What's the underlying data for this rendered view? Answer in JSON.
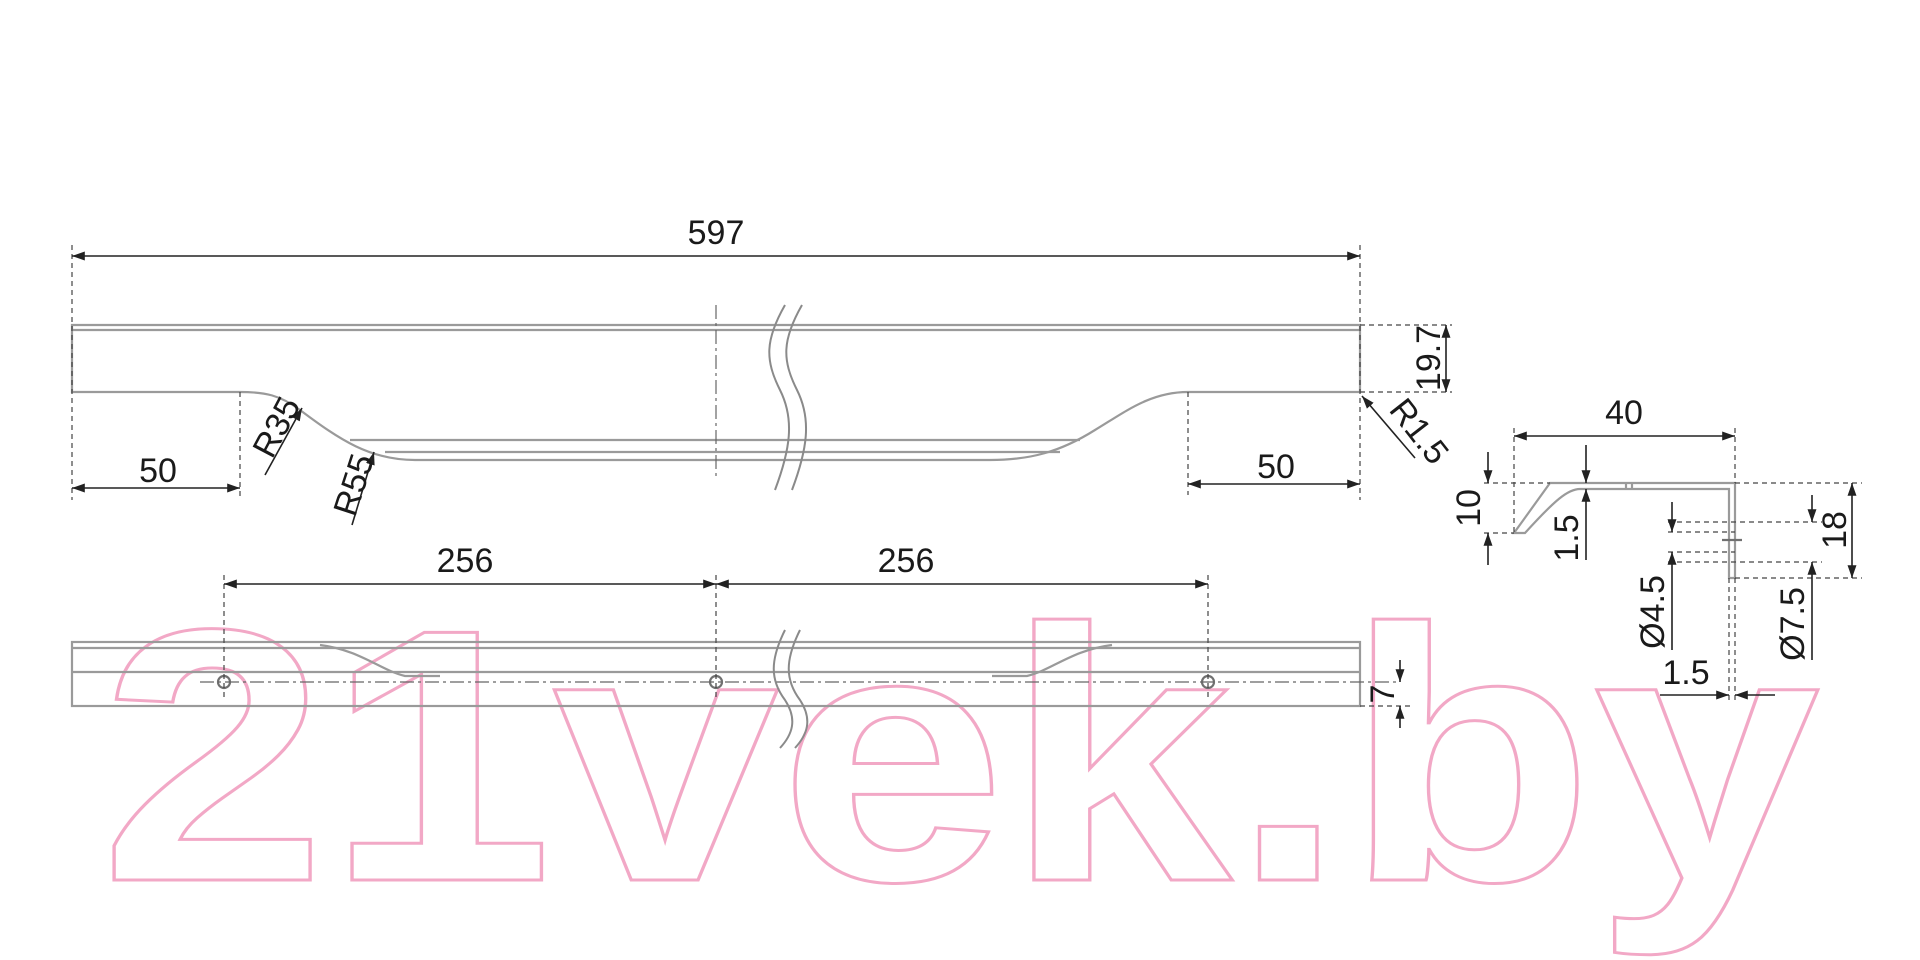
{
  "watermark": {
    "text": "21vek.by",
    "color": "#f2a8c6"
  },
  "line_color": "#9a9a9a",
  "front_view": {
    "overall_length": "597",
    "height": "19.7",
    "left_flat": "50",
    "right_flat": "50",
    "radius_small": "R35",
    "radius_large": "R55",
    "corner_radius": "R1.5"
  },
  "top_view": {
    "hole_spacing_left": "256",
    "hole_spacing_right": "256",
    "hole_offset": "7"
  },
  "profile_view": {
    "width": "40",
    "lip_height": "10",
    "thickness_top": "1.5",
    "total_height": "18",
    "hole_diameter": "Ø4.5",
    "counterbore_diameter": "Ø7.5",
    "thickness_side": "1.5"
  }
}
